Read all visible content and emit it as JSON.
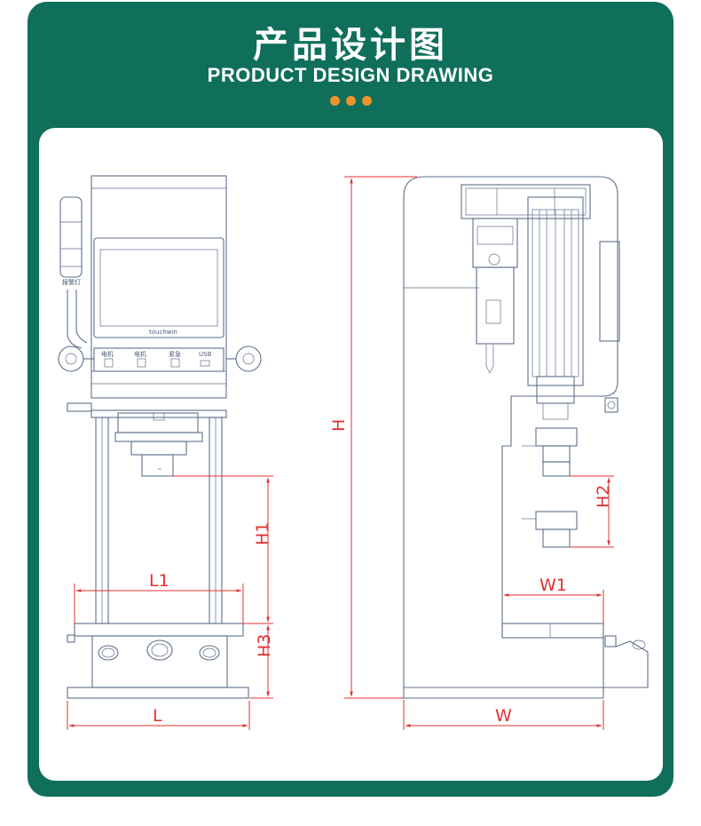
{
  "header": {
    "title_cn": "产品设计图",
    "title_en": "PRODUCT DESIGN DRAWING",
    "accent_color": "#0f6f5a",
    "dot_color": "#f0922b"
  },
  "front_view": {
    "screen_brand": "touchwin",
    "button_labels": [
      "电机",
      "电机",
      "紧急",
      "USB"
    ],
    "lamp_label": "报警灯"
  },
  "dimensions": {
    "L": "L",
    "L1": "L1",
    "H1": "H1",
    "H3": "H3",
    "H": "H",
    "H2": "H2",
    "W": "W",
    "W1": "W1"
  }
}
